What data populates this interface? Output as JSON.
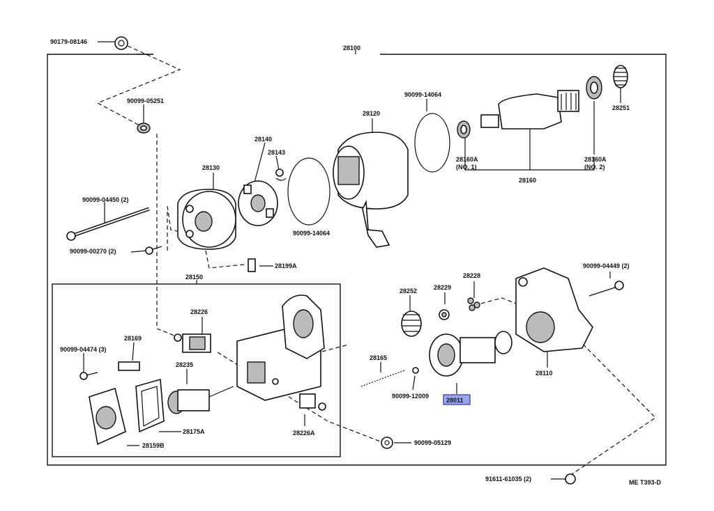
{
  "diagram": {
    "code": "ME T393-D",
    "assembly": "28100",
    "sub_assembly": "28150",
    "highlighted": "28011",
    "labels": {
      "p90179_08146": "90179-08146",
      "p90099_05251": "90099-05251",
      "p28130": "28130",
      "p28140": "28140",
      "p28143": "28143",
      "p28120": "28120",
      "p90099_14064_top": "90099-14064",
      "p90099_14064_bottom": "90099-14064",
      "p28160A_no1": "28160A",
      "p28160A_no1_sub": "(NO. 1)",
      "p28160A_no2": "28160A",
      "p28160A_no2_sub": "(NO. 2)",
      "p28160": "28160",
      "p28251": "28251",
      "p90099_04450": "90099-04450 (2)",
      "p90099_00270": "90099-00270 (2)",
      "p28199A": "28199A",
      "p28226": "28226",
      "p28169": "28169",
      "p90099_04474": "90099-04474 (3)",
      "p28235": "28235",
      "p28175A": "28175A",
      "p28159B": "28159B",
      "p28226A": "28226A",
      "p28252": "28252",
      "p28229": "28229",
      "p28228": "28228",
      "p90099_04449": "90099-04449 (2)",
      "p28165": "28165",
      "p90099_12009": "90099-12009",
      "p28110": "28110",
      "p90099_05129": "90099-05129",
      "p91611_61035": "91611-61035 (2)"
    }
  }
}
